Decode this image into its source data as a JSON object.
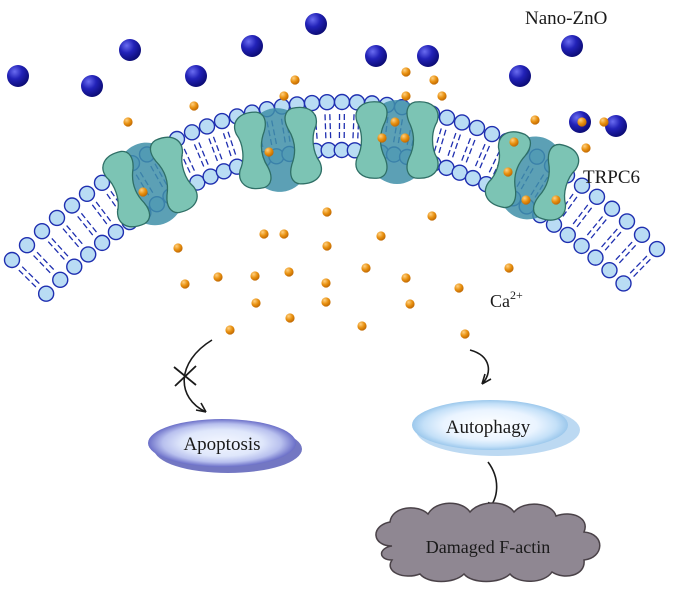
{
  "labels": {
    "nanoparticle": "Nano-ZnO",
    "channel": "TRPC6",
    "ion_base": "Ca",
    "ion_charge": "2+"
  },
  "outcomes": {
    "apoptosis": "Apoptosis",
    "autophagy": "Autophagy",
    "damaged_actin": "Damaged F-actin"
  },
  "pathways": {
    "apoptosis_inhibited": true,
    "autophagy_induced": true,
    "autophagy_leads_to_damaged_actin": true
  },
  "colors": {
    "nanoparticle": "#1a1aa6",
    "calcium_ion": "#e08a10",
    "channel": "#7cc4b4",
    "channel_core": "#3f8fa8",
    "lipid_head": "#b9dcf4",
    "lipid_outline": "#1f2fb0",
    "apoptosis_ring": "#6b6fc8",
    "autophagy_ring": "#9cc8ec",
    "damaged_actin": "#8f8792"
  }
}
